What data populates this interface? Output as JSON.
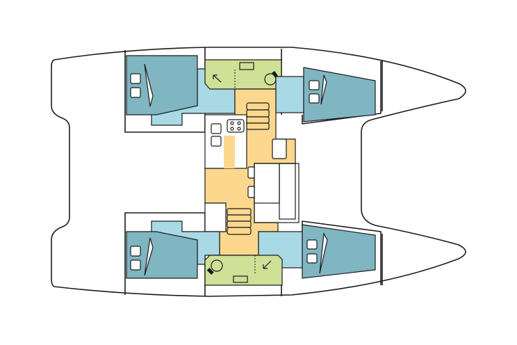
{
  "diagram": {
    "kind": "catamaran-deck-layout",
    "colors": {
      "bunk": "#80b5c2",
      "floor": "#a9d9e5",
      "head": "#cfe097",
      "saloon": "#fcd88f",
      "outline": "#1a1a1a",
      "background": "#ffffff"
    },
    "cabins": [
      {
        "position": "port-aft"
      },
      {
        "position": "port-fwd"
      },
      {
        "position": "starboard-aft"
      },
      {
        "position": "starboard-fwd"
      }
    ],
    "heads": [
      {
        "position": "port"
      },
      {
        "position": "starboard"
      }
    ],
    "icons": [
      "pillow-icon",
      "stove-icon",
      "toilet-icon",
      "shower-arrow-icon",
      "stairs-icon",
      "table-icon"
    ]
  }
}
